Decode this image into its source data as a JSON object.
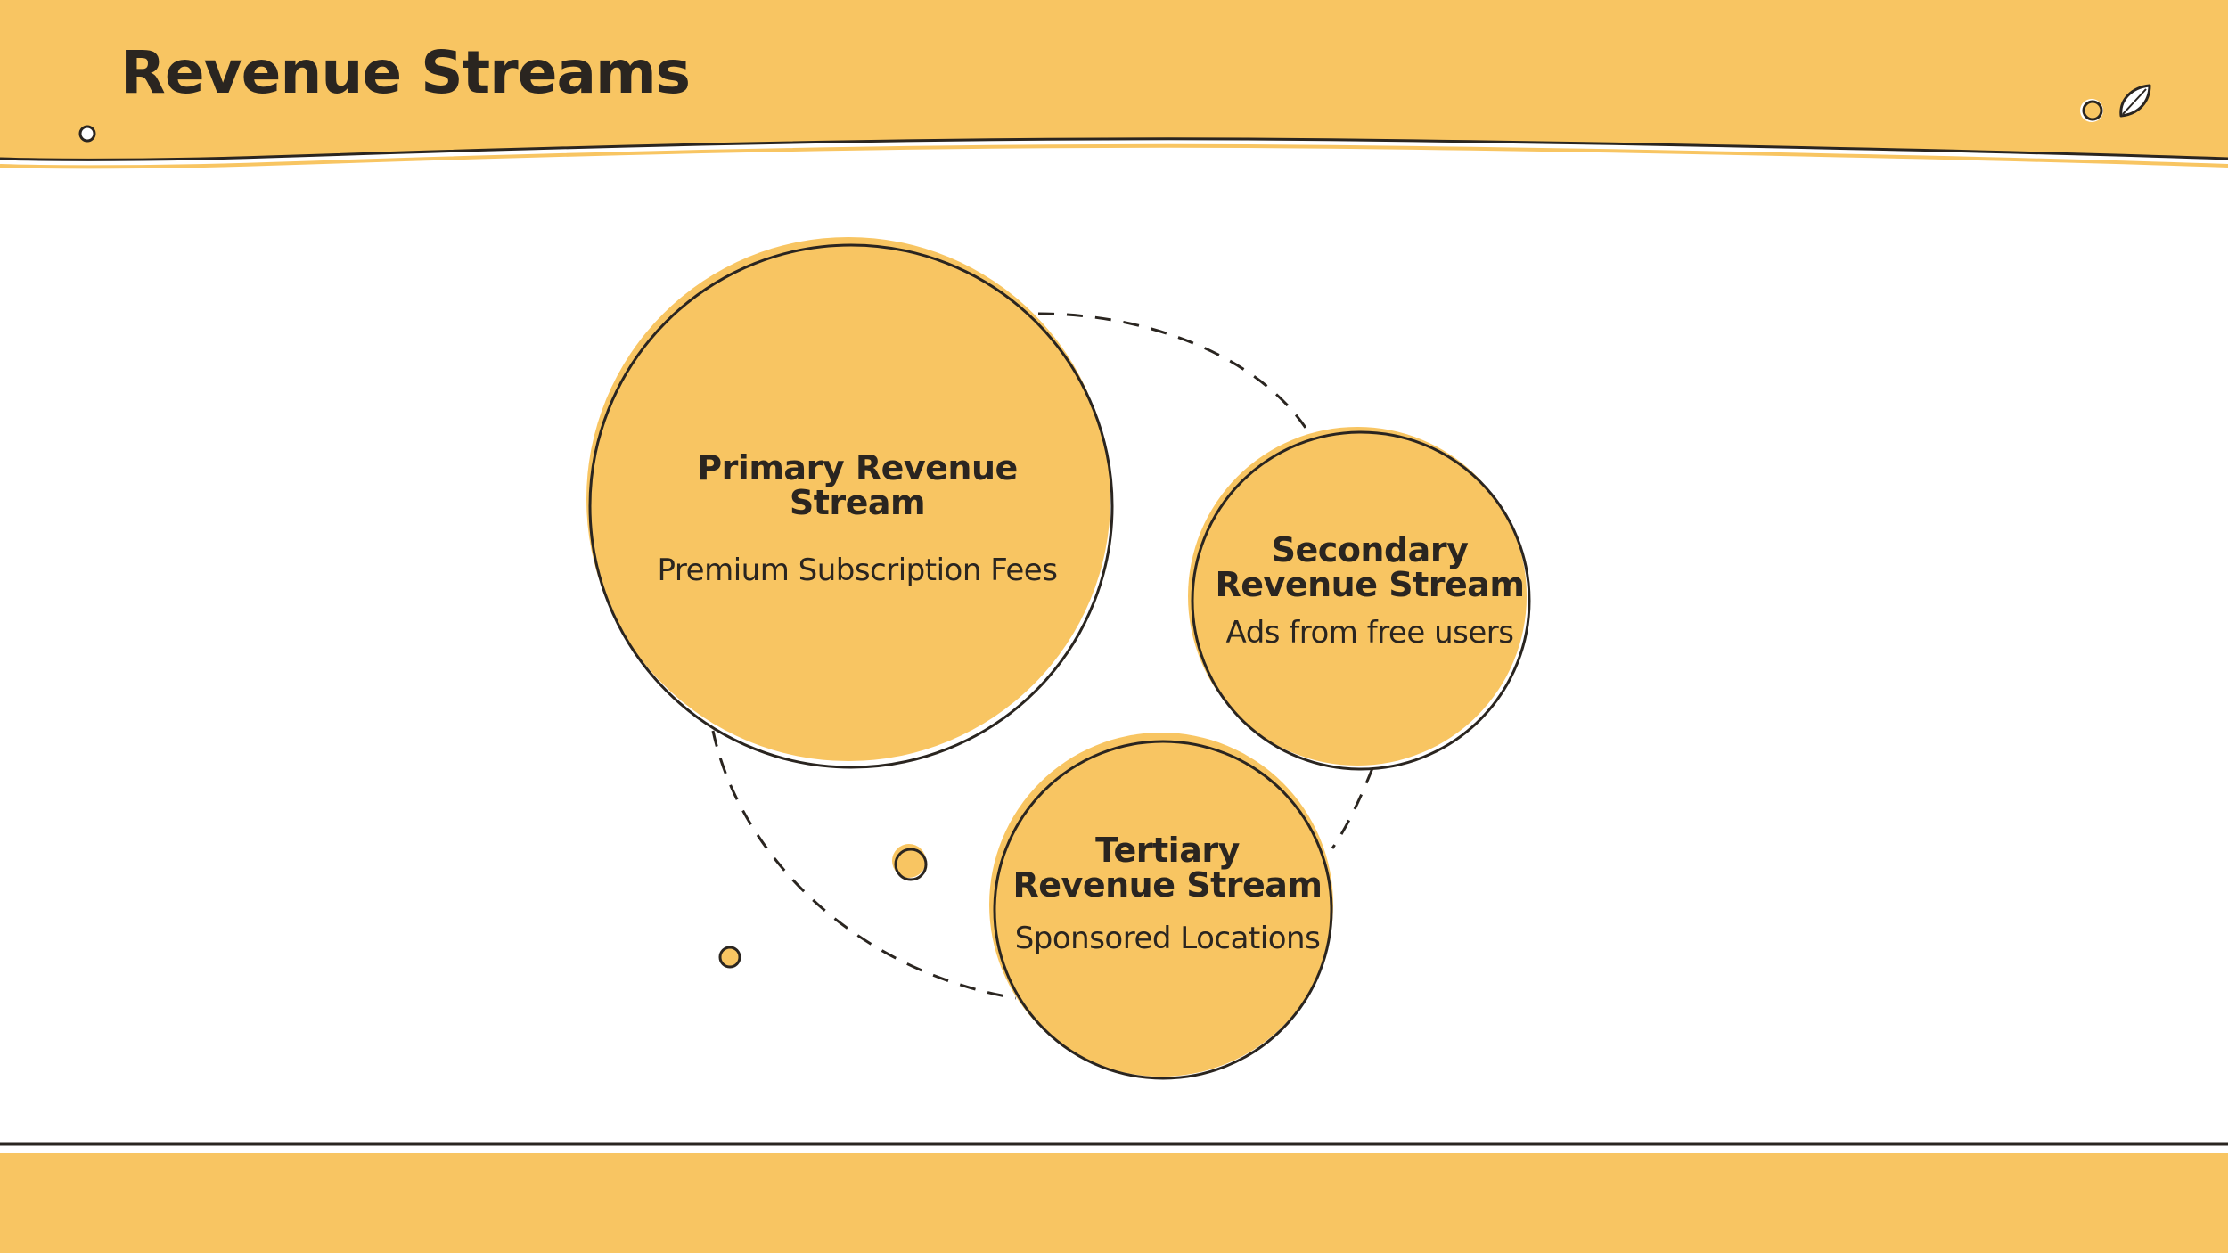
{
  "title": "Revenue Streams",
  "colors": {
    "accent": "#F8C562",
    "ink": "#2A2520",
    "background": "#FFFFFF"
  },
  "nodes": [
    {
      "id": "primary",
      "heading": "Primary Revenue Stream",
      "detail": "Premium Subscription Fees"
    },
    {
      "id": "secondary",
      "heading_line1": "Secondary",
      "heading_line2": "Revenue Stream",
      "detail": "Ads from free users"
    },
    {
      "id": "tertiary",
      "heading_line1": "Tertiary",
      "heading_line2": "Revenue Stream",
      "detail": "Sponsored Locations"
    }
  ],
  "decorations": [
    "small-dot",
    "leaf-icon"
  ]
}
